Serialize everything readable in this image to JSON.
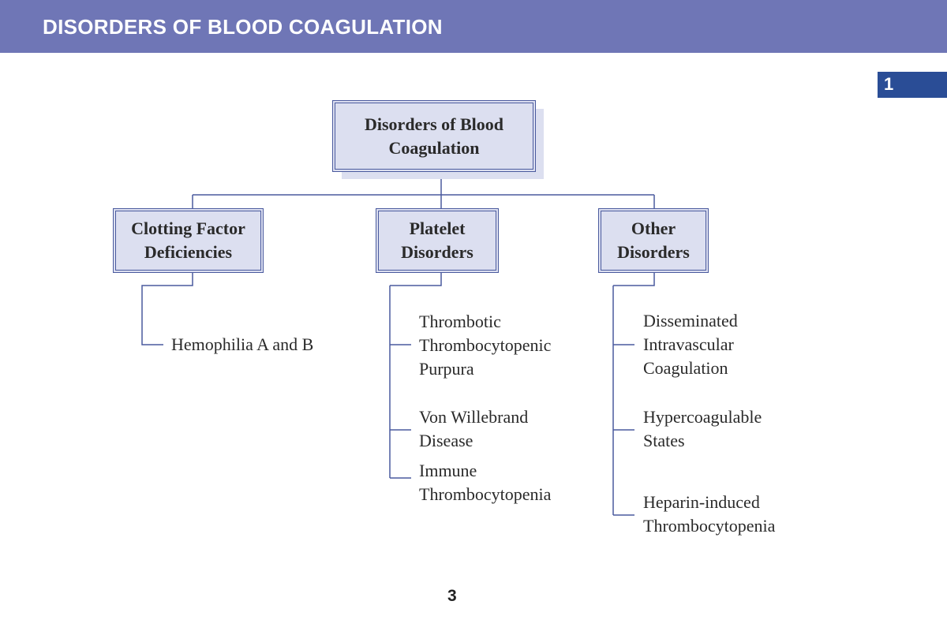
{
  "header": {
    "title": "DISORDERS OF BLOOD COAGULATION"
  },
  "chapter_tab": {
    "number": "1"
  },
  "diagram": {
    "root": "Disorders of Blood\nCoagulation",
    "categories": [
      {
        "label": "Clotting Factor\nDeficiencies",
        "items": [
          "Hemophilia A and B"
        ]
      },
      {
        "label": "Platelet\nDisorders",
        "items": [
          "Thrombotic\nThrombocytopenic\nPurpura",
          "Von Willebrand\nDisease",
          "Immune\nThrombocytopenia"
        ]
      },
      {
        "label": "Other\nDisorders",
        "items": [
          "Disseminated\nIntravascular\nCoagulation",
          "Hypercoagulable\nStates",
          "Heparin-induced\nThrombocytopenia"
        ]
      }
    ]
  },
  "colors": {
    "header": "#6f76b6",
    "tab": "#2a4d96",
    "box_fill": "#dcdff0",
    "lines": "#4a5a9e"
  },
  "page_number": "3"
}
